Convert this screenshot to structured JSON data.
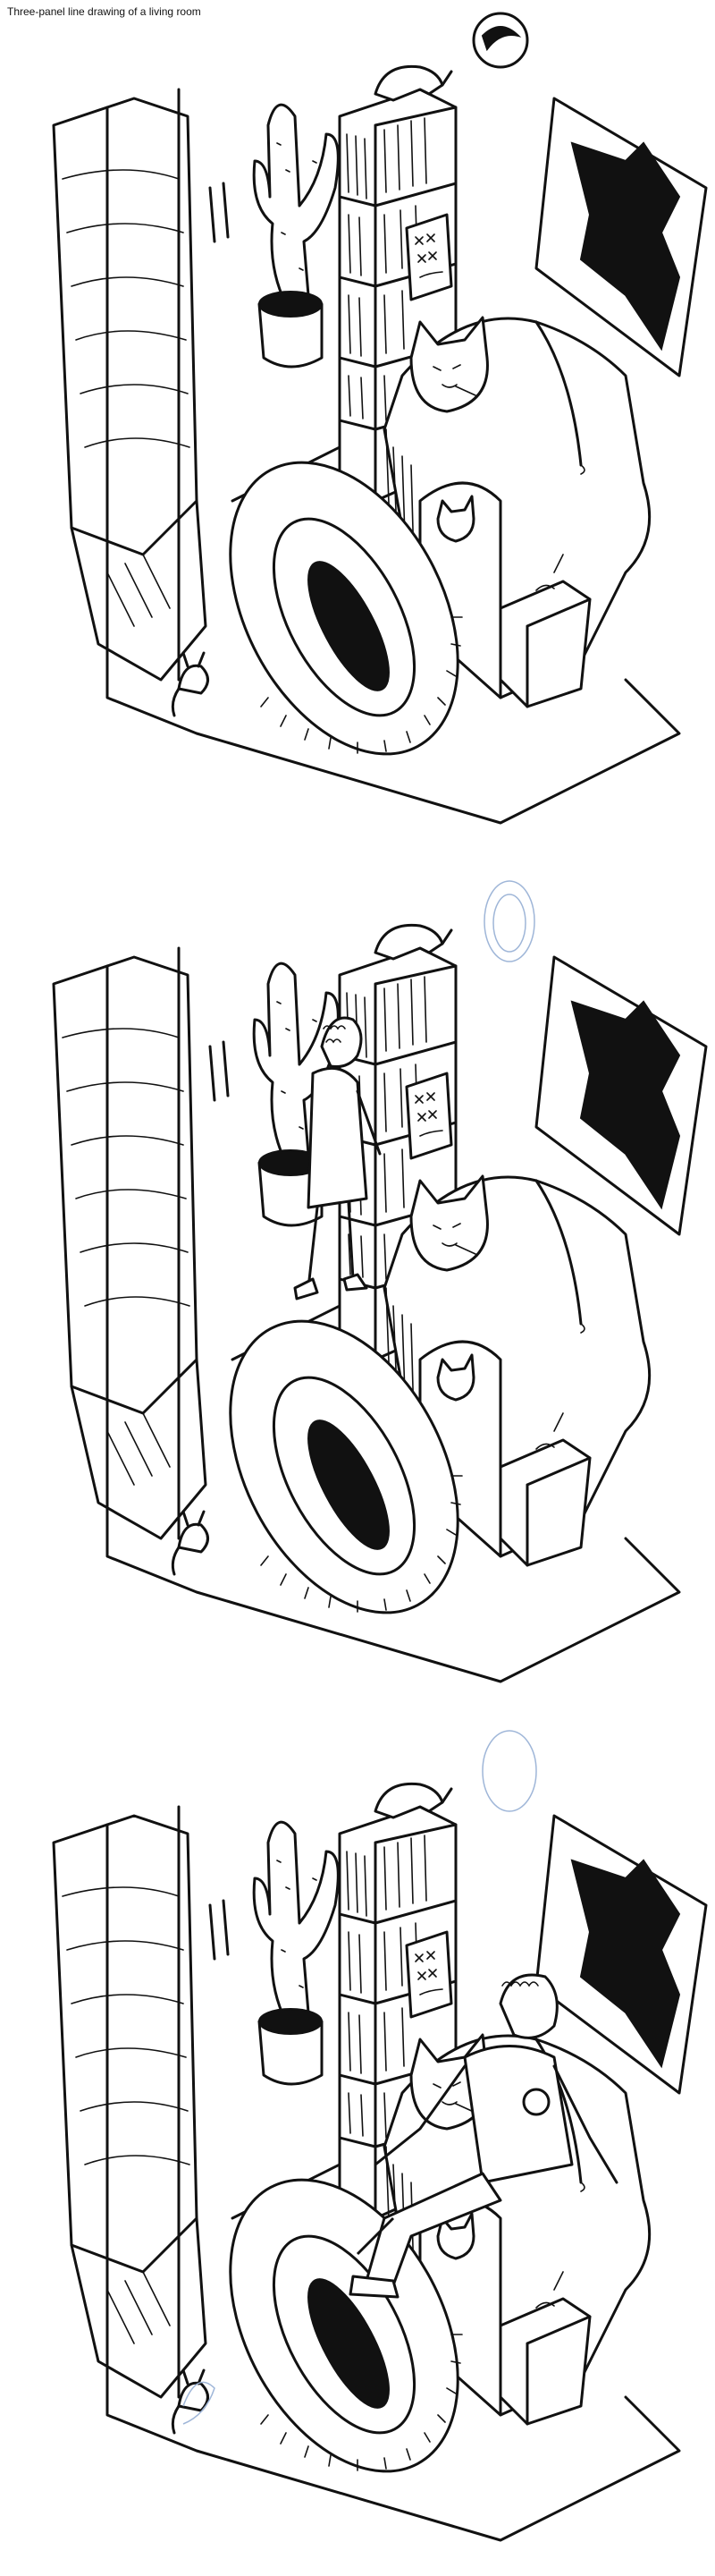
{
  "title": "Three-panel line drawing of a living room",
  "panels": [
    {
      "id": 1,
      "figure": "none"
    },
    {
      "id": 2,
      "figure": "person-at-bookshelf"
    },
    {
      "id": 3,
      "figure": "person-on-armchair"
    }
  ],
  "colors": {
    "ink": "#111111",
    "paper": "#ffffff",
    "sketch_blue": "#9fb6d8"
  }
}
